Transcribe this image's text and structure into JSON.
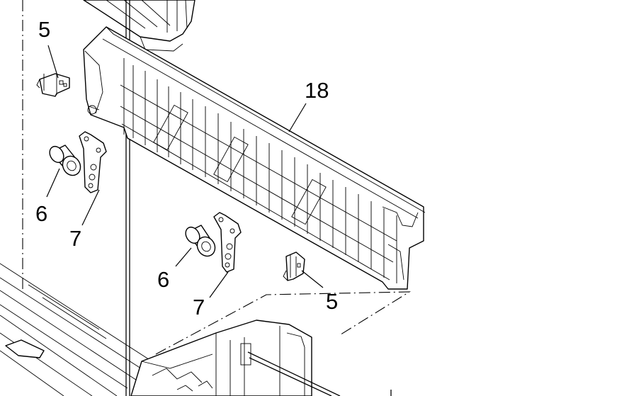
{
  "callouts": {
    "label_5_top": "5",
    "label_18": "18",
    "label_6_left": "6",
    "label_7_left": "7",
    "label_6_mid": "6",
    "label_7_mid": "7",
    "label_5_right": "5"
  },
  "colors": {
    "line": "#000000",
    "background": "#ffffff"
  }
}
